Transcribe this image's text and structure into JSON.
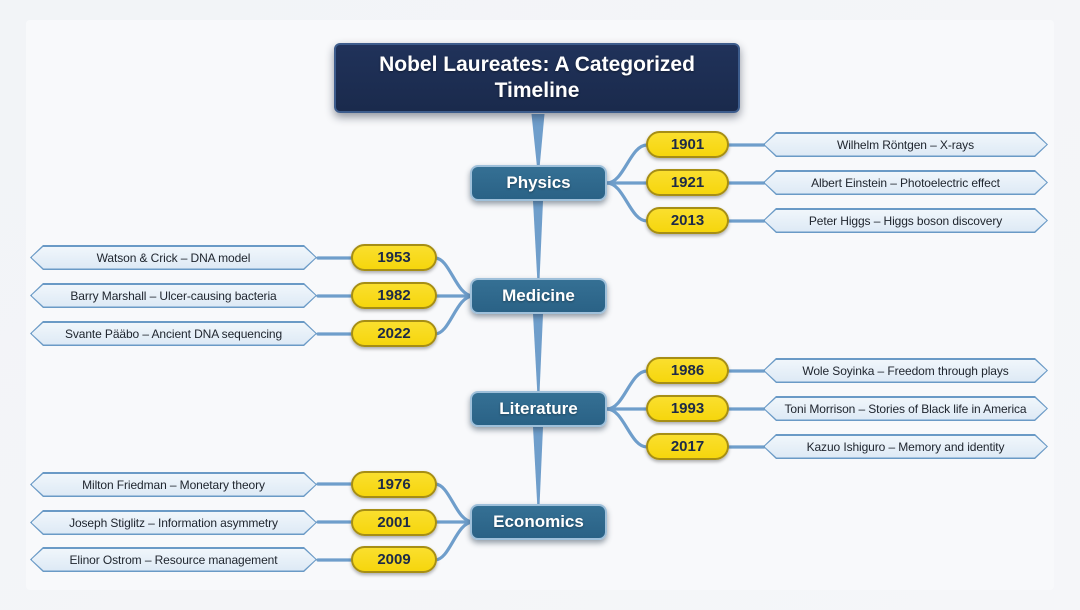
{
  "title": "Nobel Laureates: A Categorized Timeline",
  "colors": {
    "title_fill": "#1a2a4c",
    "category_fill": "#2e6b8e",
    "category_border": "#9fc0da",
    "year_fill": "#f8d813",
    "year_border": "#a68e15",
    "entry_fill": "#e4edf7",
    "entry_border": "#6a9ac6",
    "connector": "#6f9ecb",
    "background": "#f5f6f9"
  },
  "categories": [
    {
      "label": "Physics",
      "side": "right",
      "entries": [
        {
          "year": "1901",
          "label": "Wilhelm Röntgen – X-rays"
        },
        {
          "year": "1921",
          "label": "Albert Einstein – Photoelectric effect"
        },
        {
          "year": "2013",
          "label": "Peter Higgs – Higgs boson discovery"
        }
      ]
    },
    {
      "label": "Medicine",
      "side": "left",
      "entries": [
        {
          "year": "1953",
          "label": "Watson & Crick – DNA model"
        },
        {
          "year": "1982",
          "label": "Barry Marshall – Ulcer-causing bacteria"
        },
        {
          "year": "2022",
          "label": "Svante Pääbo – Ancient DNA sequencing"
        }
      ]
    },
    {
      "label": "Literature",
      "side": "right",
      "entries": [
        {
          "year": "1986",
          "label": "Wole Soyinka – Freedom through plays"
        },
        {
          "year": "1993",
          "label": "Toni Morrison – Stories of Black life in America"
        },
        {
          "year": "2017",
          "label": "Kazuo Ishiguro – Memory and identity"
        }
      ]
    },
    {
      "label": "Economics",
      "side": "left",
      "entries": [
        {
          "year": "1976",
          "label": "Milton Friedman – Monetary theory"
        },
        {
          "year": "2001",
          "label": "Joseph Stiglitz – Information asymmetry"
        },
        {
          "year": "2009",
          "label": "Elinor Ostrom – Resource management"
        }
      ]
    }
  ]
}
